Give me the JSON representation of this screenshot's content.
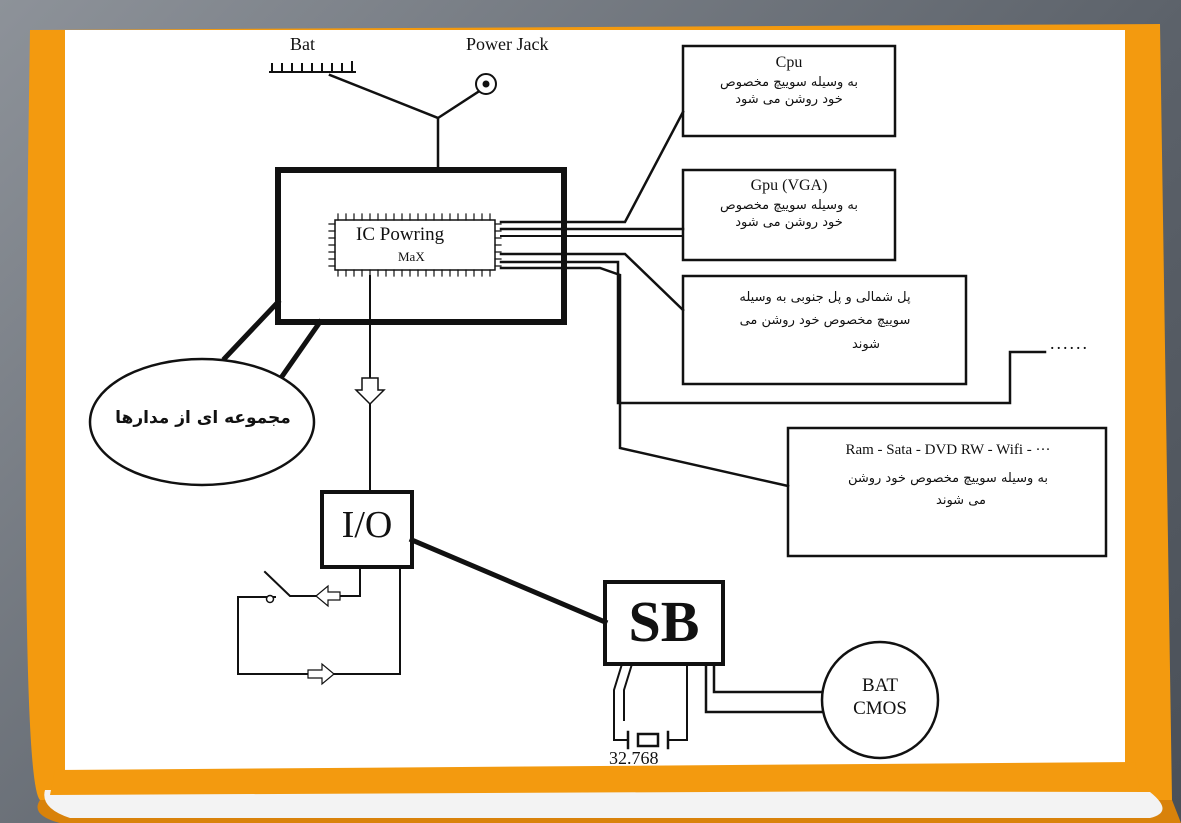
{
  "labels": {
    "bat_top": "Bat",
    "power_jack": "Power Jack",
    "ic_title": "IC Powring",
    "ic_sub": "MaX",
    "circuits": "مجموعه ای از مدارها",
    "io": "I/O",
    "sb": "SB",
    "bat_cmos_line1": "BAT",
    "bat_cmos_line2": "CMOS",
    "crystal": "32.768",
    "dots": "......"
  },
  "boxes": {
    "cpu": {
      "title": "Cpu",
      "line1": "به وسیله سوییچ مخصوص",
      "line2": "خود روشن می شود"
    },
    "gpu": {
      "title": "Gpu (VGA)",
      "line1": "به وسیله سوییچ مخصوص",
      "line2": "خود روشن می شود"
    },
    "bridge": {
      "line1": "پل شمالی و پل جنوبی به وسیله",
      "line2": "سوییچ مخصوص خود روشن می",
      "line3": "شوند"
    },
    "ram": {
      "title": "Ram - Sata - DVD RW - Wifi - ···",
      "line1": "به وسیله سوییچ مخصوص خود روشن",
      "line2": "می شوند"
    }
  },
  "colors": {
    "paper_orange": "#f39a0f",
    "paper_white": "#ffffff",
    "ink": "#111111"
  }
}
